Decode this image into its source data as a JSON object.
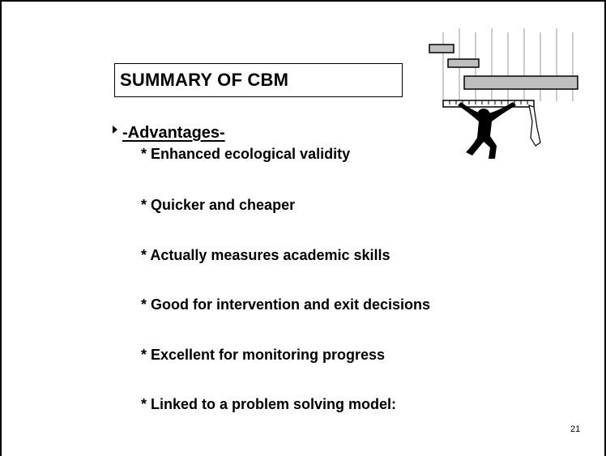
{
  "slide": {
    "title": "SUMMARY OF CBM",
    "section_heading": "-Advantages-",
    "items": [
      "* Enhanced ecological validity",
      "* Quicker and cheaper",
      "* Actually measures academic skills",
      "* Good for intervention and exit decisions",
      "* Excellent for monitoring progress",
      "* Linked to a problem solving model:"
    ],
    "page_number": "21"
  },
  "icons": {
    "bullet": "triangle-bullet-icon",
    "clipart": "person-carrying-gantt-chart-icon"
  }
}
